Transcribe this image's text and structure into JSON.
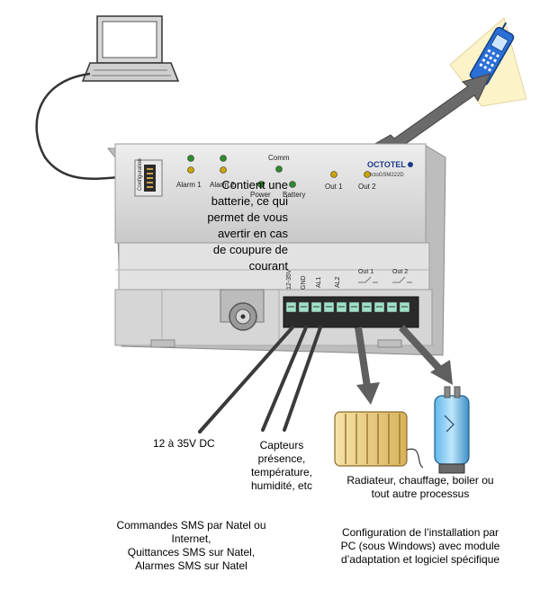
{
  "device": {
    "brand": "OCTOTEL",
    "model": "OctoGSM222D",
    "port_label": "Configuration",
    "leds": {
      "alarm1": "Alarm 1",
      "alarm2": "Alarm 2",
      "comm": "Comm",
      "power": "Power",
      "battery": "Battery",
      "out1": "Out 1",
      "out2": "Out 2"
    },
    "terminals": {
      "supply": "12-35V",
      "gnd": "GND",
      "al1": "AL1",
      "al2": "AL2",
      "out1": "Out 1",
      "out2": "Out 2"
    }
  },
  "labels": {
    "battery_note": [
      "Contient une",
      "batterie, ce qui",
      "permet de vous",
      "avertir en cas",
      "de coupure de",
      "courant"
    ],
    "power_supply": "12 à 35V DC",
    "sensors": [
      "Capteurs",
      "présence,",
      "température,",
      "humidité, etc"
    ],
    "outputs": [
      "Radiateur, chauffage, boiler ou",
      "tout autre processus"
    ],
    "sms": [
      "Commandes SMS par Natel ou",
      "Internet,",
      "Quittances SMS sur Natel,",
      "Alarmes SMS sur Natel"
    ],
    "config": [
      "Configuration de l’installation par",
      "PC (sous Windows) avec module",
      "d’adaptation et logiciel spécifique"
    ]
  },
  "colors": {
    "housing": "#dcdcdc",
    "arrow": "#666666",
    "led_green": "#2e8b2e",
    "led_yellow": "#c9a400",
    "phone": "#2a6fd6"
  }
}
